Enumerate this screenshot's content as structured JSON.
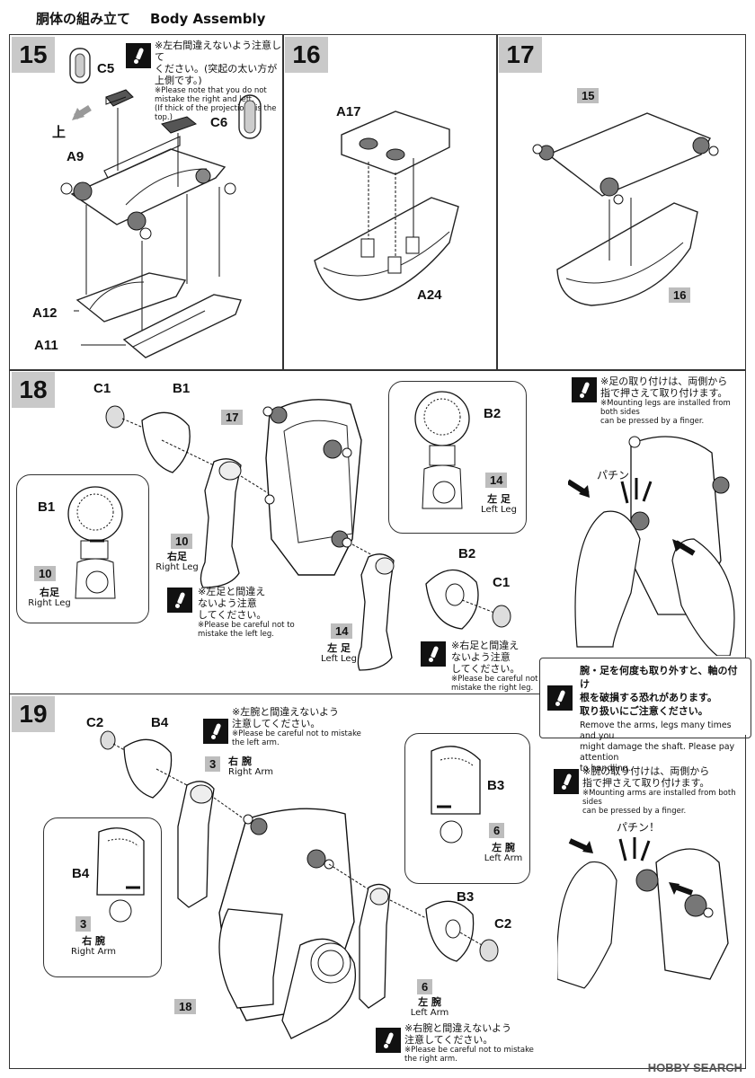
{
  "header": {
    "title_jp": "胴体の組み立て",
    "title_en": "Body Assembly"
  },
  "step15": {
    "num": "15",
    "parts": {
      "c5": "C5",
      "c6": "C6",
      "a9": "A9",
      "a12": "A12",
      "a11": "A11",
      "up": "上"
    },
    "note_jp": "※左右間違えないよう注意して\nください。(突起の太い方が上側です。)",
    "note_en": "※Please note that you do not\nmistake the right and left.\n(If thick of the projections is the top.)"
  },
  "step16": {
    "num": "16",
    "parts": {
      "a17": "A17",
      "a24": "A24"
    }
  },
  "step17": {
    "num": "17",
    "tag_top": "15",
    "tag_bottom": "16"
  },
  "step18": {
    "num": "18",
    "parts": {
      "c1a": "C1",
      "b1a": "B1",
      "b1b": "B1",
      "b2a": "B2",
      "b2b": "B2",
      "c1b": "C1"
    },
    "tags": {
      "t17": "17",
      "t10a": "10",
      "t10b": "10",
      "t14a": "14",
      "t14b": "14"
    },
    "right_leg_jp": "右足",
    "right_leg_en": "Right Leg",
    "left_leg_jp": "左 足",
    "left_leg_en": "Left Leg",
    "note_left_jp": "※左足と間違え\nないよう注意\nしてください。",
    "note_left_en": "※Please be careful not to\nmistake the left leg.",
    "note_right_jp": "※右足と間違え\nないよう注意\nしてください。",
    "note_right_en": "※Please be careful not to\nmistake the right leg."
  },
  "leg_mount": {
    "note_jp": "※足の取り付けは、両側から\n指で押さえて取り付けます。",
    "note_en": "※Mounting legs are installed from both sides\ncan be pressed by a finger.",
    "sound": "パチン！"
  },
  "caution": {
    "jp": "腕・足を何度も取り外すと、軸の付け\n根を破損する恐れがあります。\n取り扱いにご注意ください。",
    "en": "Remove the arms, legs many times and you\nmight damage the shaft. Please pay attention\nto handling."
  },
  "step19": {
    "num": "19",
    "parts": {
      "c2a": "C2",
      "b4a": "B4",
      "b4b": "B4",
      "b3a": "B3",
      "b3b": "B3",
      "c2b": "C2"
    },
    "tags": {
      "t3a": "3",
      "t3b": "3",
      "t6a": "6",
      "t6b": "6",
      "t18": "18"
    },
    "right_arm_jp": "右 腕",
    "right_arm_en": "Right Arm",
    "left_arm_jp": "左 腕",
    "left_arm_en": "Left Arm",
    "note_left_jp": "※左腕と間違えないよう\n注意してください。",
    "note_left_en": "※Please be careful not to mistake\nthe left arm.",
    "note_right_jp": "※右腕と間違えないよう\n注意してください。",
    "note_right_en": "※Please be careful not to mistake\nthe right arm."
  },
  "arm_mount": {
    "note_jp": "※腕の取り付けは、両側から\n指で押さえて取り付けます。",
    "note_en": "※Mounting arms are installed from both sides\ncan be pressed by a finger.",
    "sound": "パチン！"
  },
  "footer": {
    "logo": "HOBBY SEARCH"
  }
}
